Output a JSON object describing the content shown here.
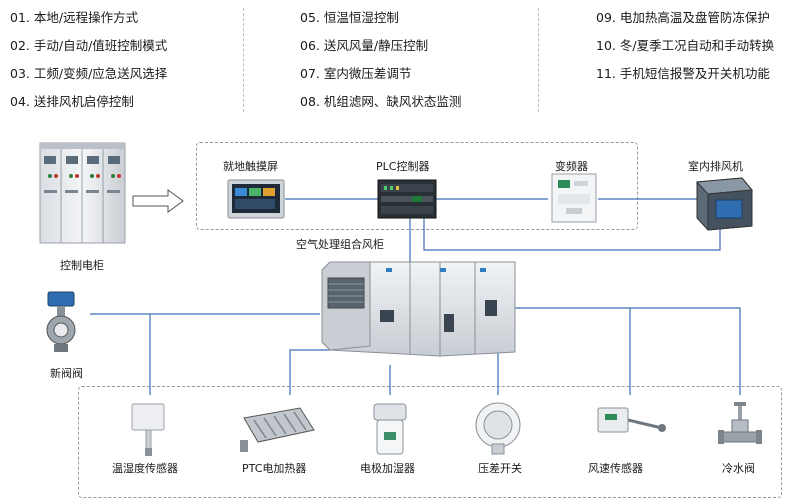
{
  "features": [
    "01. 本地/远程操作方式",
    "02. 手动/自动/值班控制模式",
    "03. 工频/变频/应急送风选择",
    "04. 送排风机启停控制",
    "05. 恒温恒湿控制",
    "06. 送风风量/静压控制",
    "07. 室内微压差调节",
    "08. 机组滤网、缺风状态监测",
    "09. 电加热高温及盘管防冻保护",
    "10. 冬/夏季工况自动和手动转换",
    "11. 手机短信报警及开关机功能"
  ],
  "labels": {
    "control_cabinet": "控制电柜",
    "touchscreen": "就地触摸屏",
    "plc": "PLC控制器",
    "inverter": "变频器",
    "exhaust_fan": "室内排风机",
    "ahu": "空气处理组合风柜",
    "fresh_valve": "新阀阀",
    "temp_humidity": "温湿度传感器",
    "ptc_heater": "PTC电加热器",
    "humidifier": "电极加湿器",
    "pressure_switch": "压差开关",
    "airspeed_sensor": "风速传感器",
    "water_valve": "冷水阀"
  },
  "colors": {
    "line": "#3d6fb8",
    "frame": "#9a9a9a"
  }
}
